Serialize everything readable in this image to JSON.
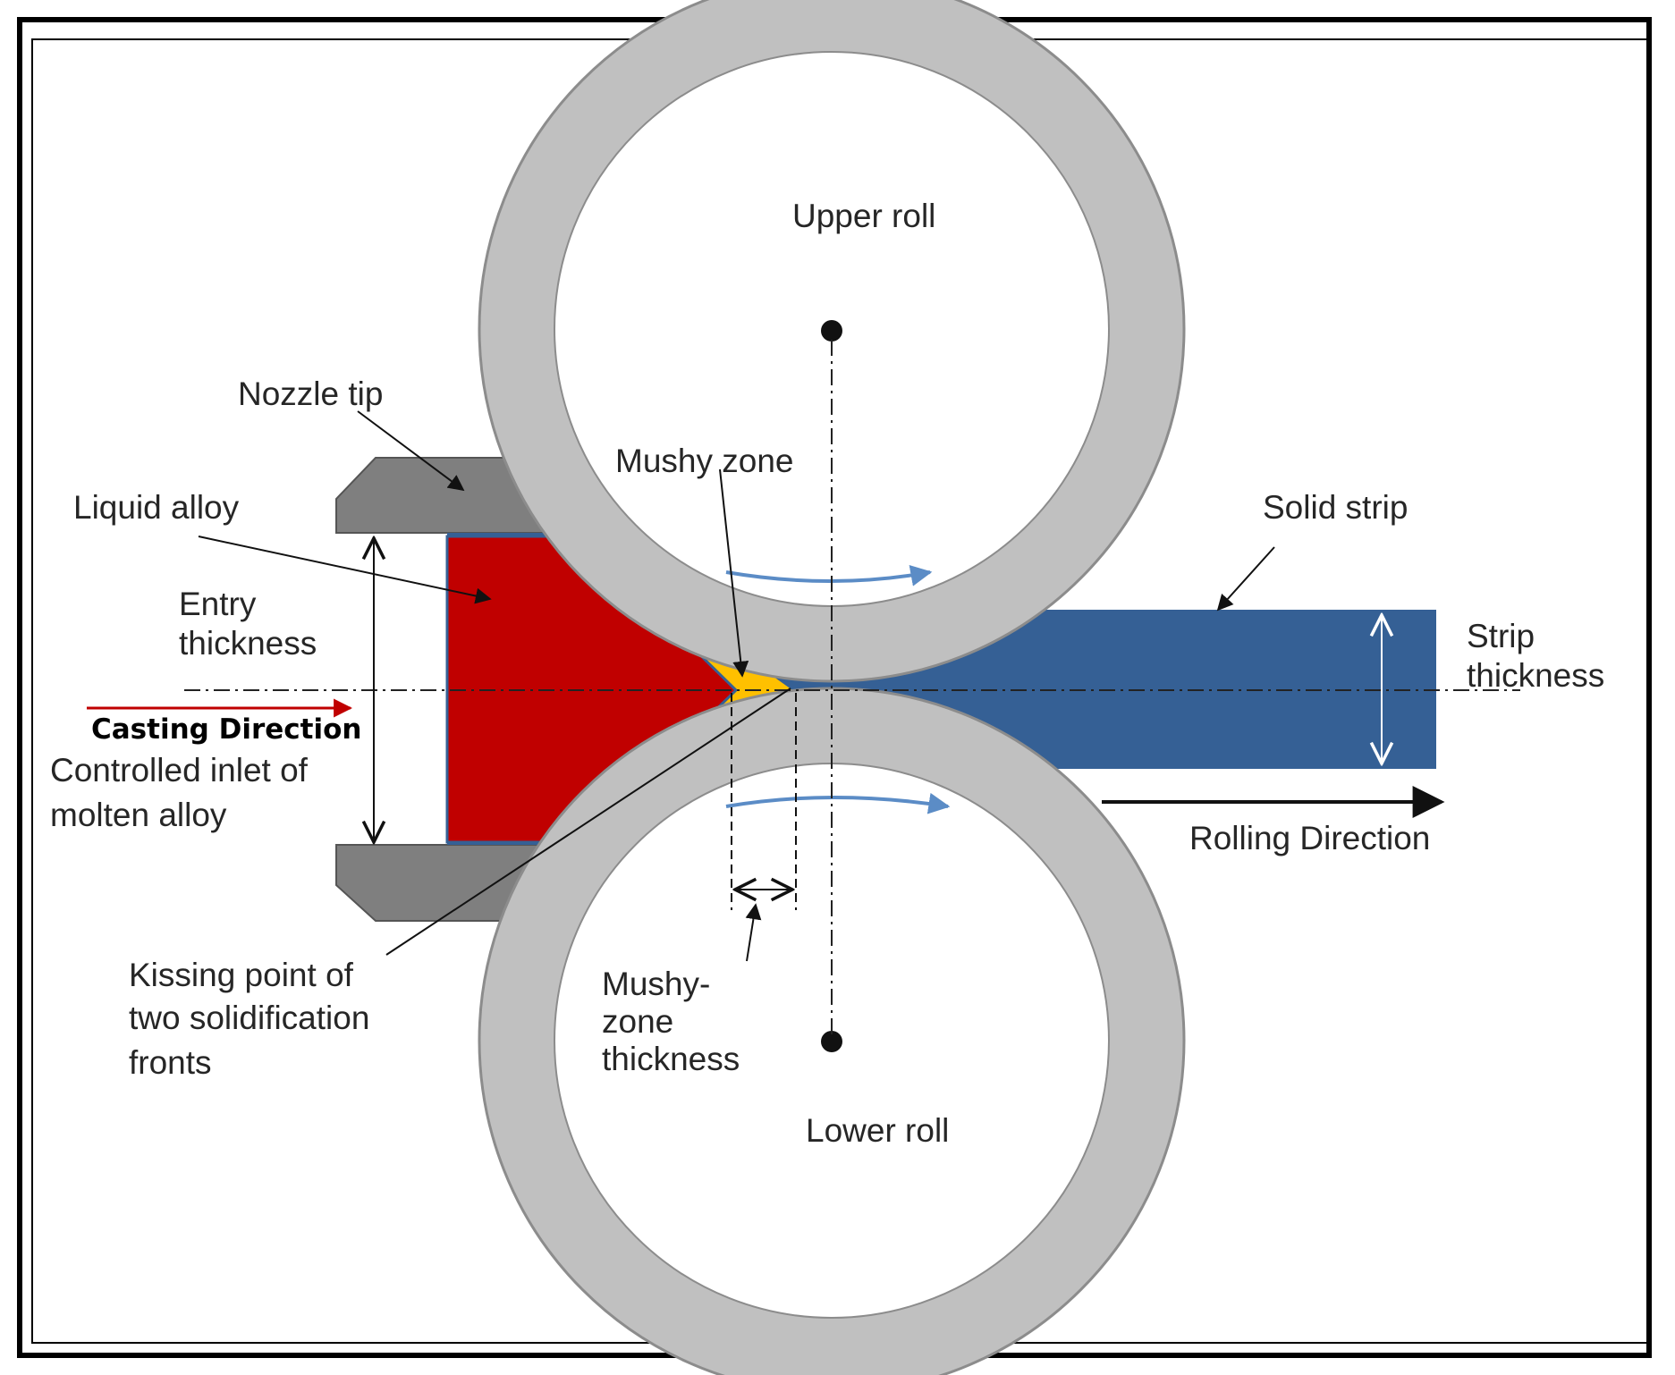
{
  "labels": {
    "upper_roll": "Upper roll",
    "lower_roll": "Lower roll",
    "nozzle_tip": "Nozzle tip",
    "mushy_zone": "Mushy zone",
    "liquid_alloy": "Liquid alloy",
    "solid_strip": "Solid strip",
    "entry_thickness": [
      "Entry",
      "thickness"
    ],
    "strip_thickness": [
      "Strip",
      "thickness"
    ],
    "casting_direction": "Casting Direction",
    "controlled_inlet": [
      "Controlled inlet of",
      "molten alloy"
    ],
    "rolling_direction": "Rolling Direction",
    "kissing_point": [
      "Kissing point of",
      "two solidification",
      "fronts"
    ],
    "mushy_zone_thickness": [
      "Mushy-",
      "zone",
      "thickness"
    ]
  },
  "colors": {
    "roll_ring": "#c0c0c0",
    "nozzle": "#7f7f7f",
    "liquid": "#c00000",
    "mushy": "#ffc000",
    "solid": "#356095",
    "casting_arrow": "#c00000",
    "frame": "#000000"
  }
}
